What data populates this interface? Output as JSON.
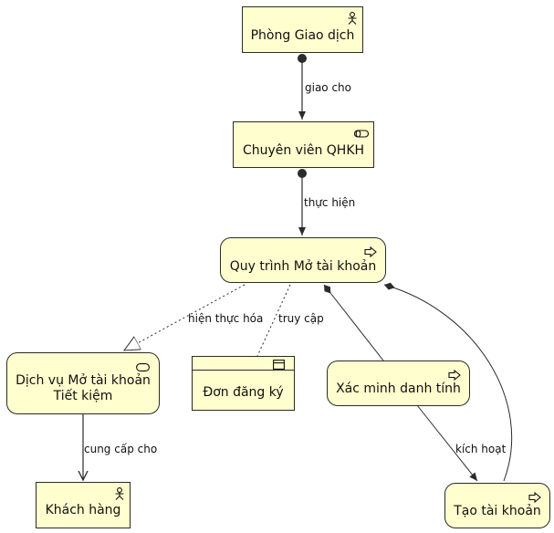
{
  "nodes": {
    "phong_giao_dich": "Phòng Giao dịch",
    "chuyen_vien": "Chuyên viên QHKH",
    "quy_trinh": "Quy trình Mở tài khoản",
    "dich_vu_line1": "Dịch vụ Mở tài khoản",
    "dich_vu_line2": "Tiết kiệm",
    "don_dang_ky": "Đơn đăng ký",
    "xac_minh": "Xác minh danh tính",
    "khach_hang": "Khách hàng",
    "tao_tai_khoan": "Tạo tài khoản"
  },
  "edges": {
    "giao_cho": "giao cho",
    "thuc_hien": "thực hiện",
    "hien_thuc_hoa": "hiện thực hóa",
    "truy_cap": "truy cập",
    "cung_cap_cho": "cung cấp cho",
    "kich_hoat": "kích hoạt"
  },
  "colors": {
    "node_fill": "#fefece",
    "stroke": "#2b2b2b"
  },
  "icons": {
    "actor": "actor-icon",
    "role": "role-icon",
    "process": "process-arrow-icon",
    "service": "service-icon",
    "object": "data-object-icon"
  }
}
